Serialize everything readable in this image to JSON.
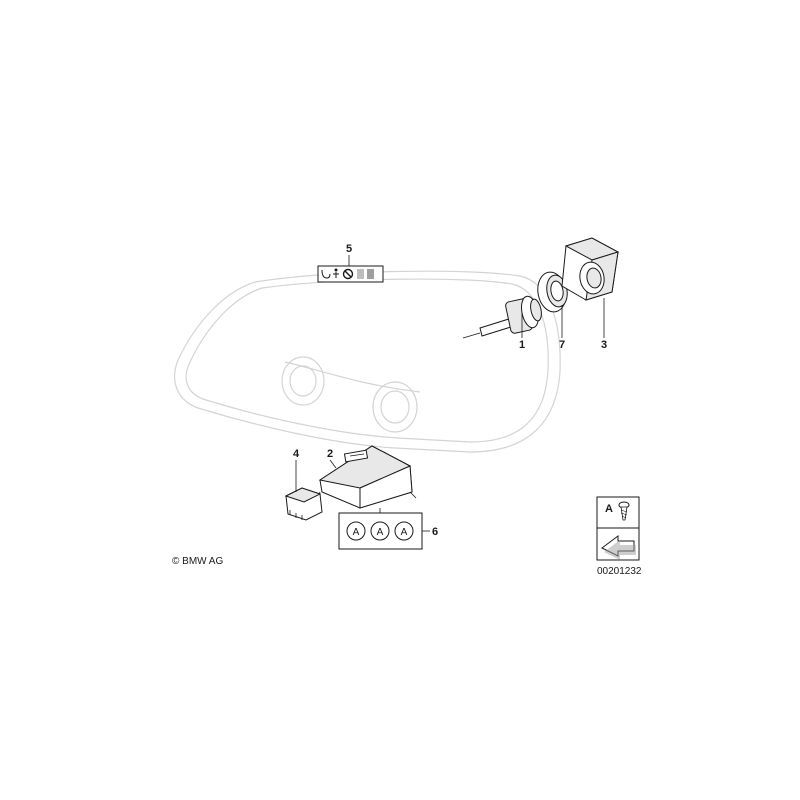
{
  "parts": [
    {
      "callout": "1",
      "kind": "xenon-bulb"
    },
    {
      "callout": "2",
      "kind": "control-unit"
    },
    {
      "callout": "3",
      "kind": "ignition-module"
    },
    {
      "callout": "4",
      "kind": "connector"
    },
    {
      "callout": "5",
      "kind": "warning-label"
    },
    {
      "callout": "6",
      "kind": "screw-set"
    },
    {
      "callout": "7",
      "kind": "retaining-ring"
    }
  ],
  "screw_set_marker": "A",
  "legend": {
    "letter": "A",
    "icon": "screw-icon",
    "pointer_icon": "arrow-pointer-icon"
  },
  "copyright": "© BMW AG",
  "diagram_number": "00201232",
  "label_icons": [
    "lightbulb-icon",
    "person-warning-icon",
    "prohibited-icon",
    "gray-swatch-icon"
  ]
}
